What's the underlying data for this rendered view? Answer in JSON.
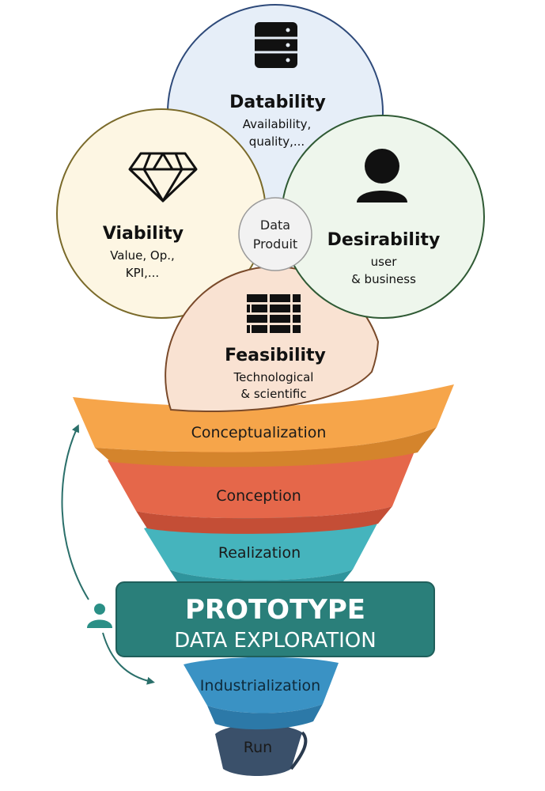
{
  "circles": {
    "datability": {
      "title": "Datability",
      "line1": "Availability,",
      "line2": "quality,...",
      "icon": "database-icon",
      "fill": "#e6eef8",
      "stroke": "#2e4a7a"
    },
    "viability": {
      "title": "Viability",
      "line1": "Value, Op.,",
      "line2": "KPI,...",
      "icon": "diamond-icon",
      "fill": "#fdf6e3",
      "stroke": "#7a6a2a"
    },
    "desirability": {
      "title": "Desirability",
      "line1": "user",
      "line2": "& business",
      "icon": "user-icon",
      "fill": "#eef6ec",
      "stroke": "#2f5a34"
    },
    "feasibility": {
      "title": "Feasibility",
      "line1": "Technological",
      "line2": "& scientific",
      "icon": "brick-wall-icon",
      "fill": "#f9e2d2",
      "stroke": "#7a4a2a"
    }
  },
  "center": {
    "line1": "Data",
    "line2": "Produit"
  },
  "funnel": {
    "conceptualization": "Conceptualization",
    "conception": "Conception",
    "realization": "Realization",
    "prototype_title": "PROTOTYPE",
    "prototype_sub": "DATA EXPLORATION",
    "industrialization": "Industrialization",
    "run": "Run"
  },
  "colors": {
    "conceptualization": "#f6a54a",
    "conception": "#e5674a",
    "realization": "#45b4bd",
    "prototype": "#2a7f7a",
    "industrialization": "#3a92c4",
    "run": "#3a506a",
    "arrow": "#2a6f6a"
  },
  "side_icon": "person-icon"
}
